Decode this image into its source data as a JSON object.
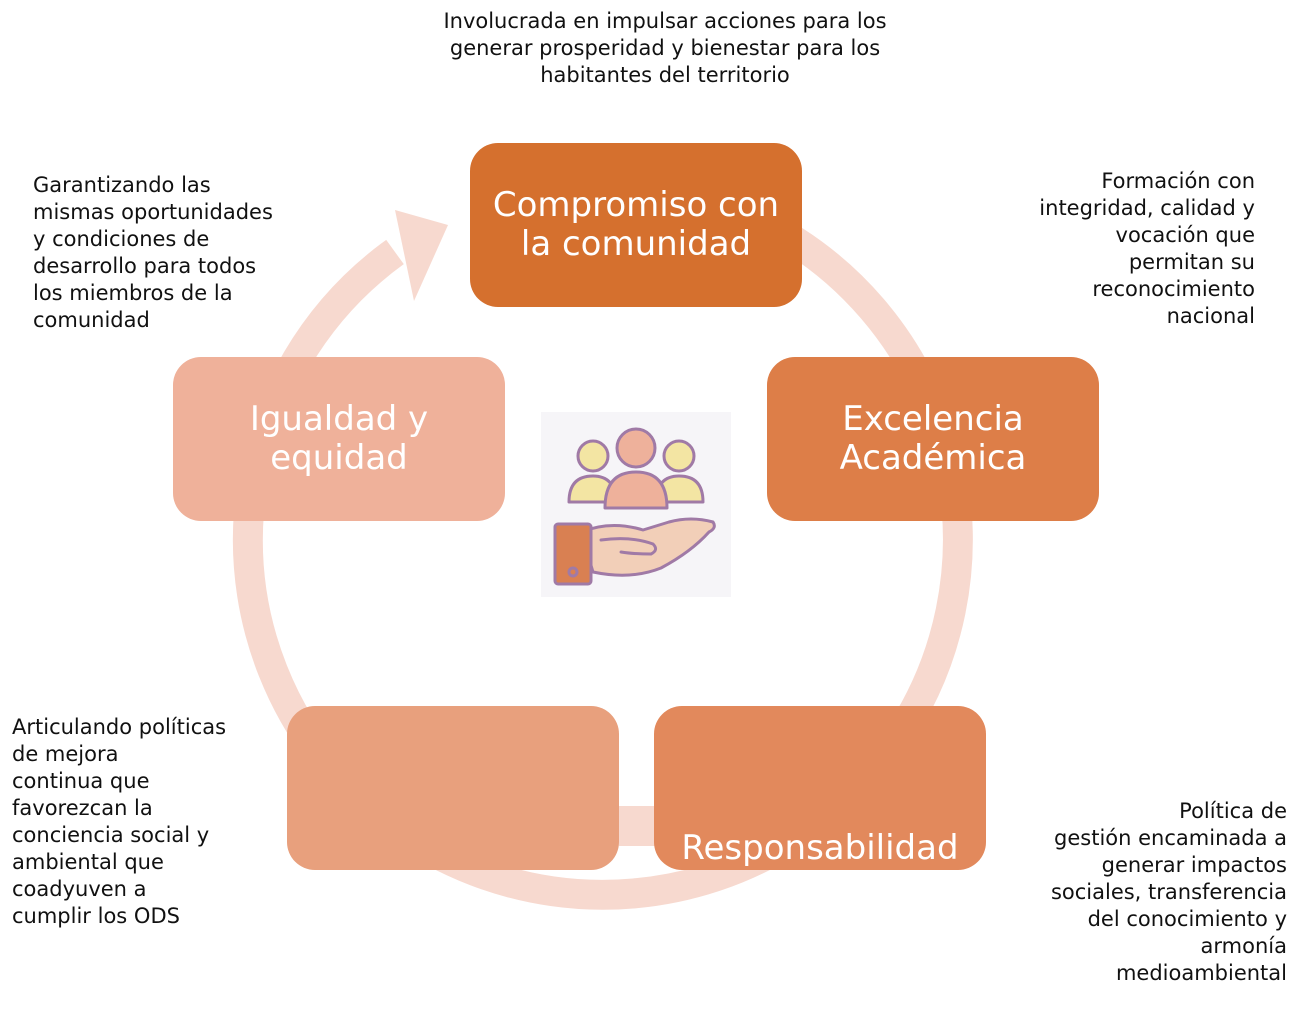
{
  "diagram": {
    "colors": {
      "ring": "#f7d9cf",
      "compromiso": "#d5702e",
      "excelencia": "#dd7e48",
      "responsabilidad": "#e2895c",
      "blank_box": "#e8a07d",
      "igualdad": "#efb19a",
      "icon_outline": "#a07aa6",
      "icon_people": "#f3e5a3",
      "icon_hand": "#f2cfb8",
      "icon_cuff": "#d98052"
    },
    "center_icon": "community-care-hand-icon",
    "nodes": [
      {
        "label": "Compromiso con\nla comunidad"
      },
      {
        "label": "Excelencia\nAcadémica"
      },
      {
        "label": "Responsabilidad"
      },
      {
        "label": ""
      },
      {
        "label": "Igualdad y\nequidad"
      }
    ],
    "descriptions": {
      "top": "Involucrada en impulsar acciones para los\ngenerar prosperidad y bienestar para los\nhabitantes del territorio",
      "right": "Formación con\nintegridad, calidad y\nvocación que\npermitan su\nreconocimiento\nnacional",
      "left": "Garantizando las\nmismas oportunidades\ny condiciones de\ndesarrollo para todos\nlos miembros de la\ncomunidad",
      "bottom_left": "Articulando políticas\nde mejora\ncontinua que\nfavorezcan la\nconciencia social y\nambiental que\ncoadyuven a\ncumplir los ODS",
      "bottom_right": "Política de\ngestión encaminada a\ngenerar impactos\nsociales, transferencia\ndel conocimiento y\narmonía\nmedioambiental"
    }
  }
}
